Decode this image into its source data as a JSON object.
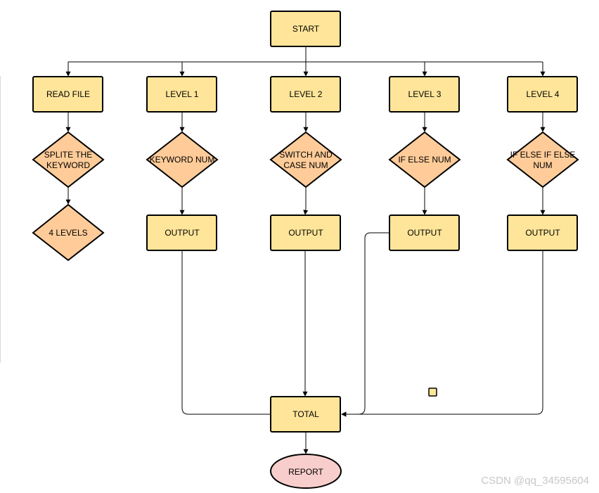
{
  "nodes": {
    "start": "START",
    "read_file": "READ FILE",
    "level1": "LEVEL 1",
    "level2": "LEVEL 2",
    "level3": "LEVEL 3",
    "level4": "LEVEL 4",
    "split_keyword": [
      "SPLITE THE",
      "KEYWORD"
    ],
    "four_levels": "4 LEVELS",
    "keyword_num": "KEYWORD NUM",
    "switch_case_num": [
      "SWITCH AND",
      "CASE NUM"
    ],
    "if_else_num": "IF ELSE NUM",
    "if_else_if_else_num": [
      "IF ELSE IF ELSE",
      "NUM"
    ],
    "output1": "OUTPUT",
    "output2": "OUTPUT",
    "output3": "OUTPUT",
    "output4": "OUTPUT",
    "total": "TOTAL",
    "report": "REPORT"
  },
  "colors": {
    "process_fill": "#FFE599",
    "decision_fill": "#FFCC99",
    "terminal_fill": "#F8CECC",
    "line": "#000000"
  },
  "watermark": "CSDN @qq_34595604"
}
